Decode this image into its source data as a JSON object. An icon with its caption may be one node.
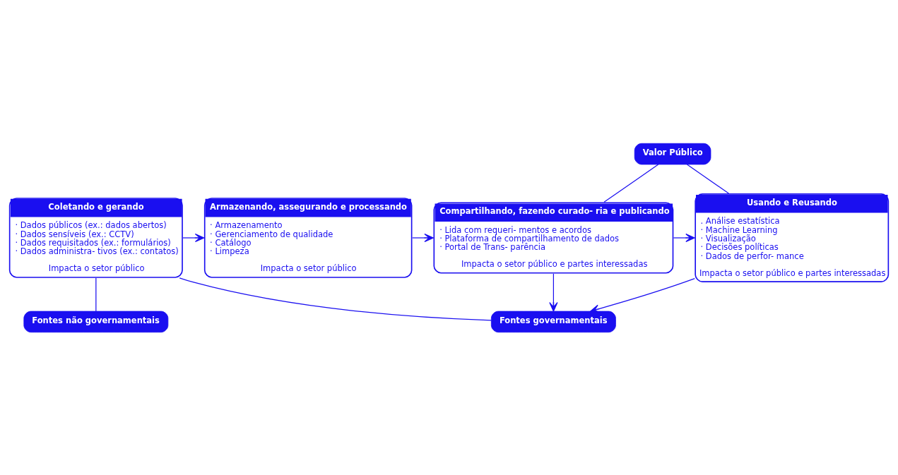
{
  "diagram": {
    "nodes": [
      {
        "text": [
          "Valor Público"
        ]
      },
      {
        "text": [
          "Coletando e gerando",
          "· Dados públicos (ex.: dados abertos)",
          "· Dados sensíveis (ex.: CCTV)",
          "· Dados requisitados (ex.: formulários)",
          "· Dados administra- tivos (ex.: contatos)",
          "Impacta o setor público"
        ]
      },
      {
        "text": [
          "Armazenando, assegurando e processando",
          "· Armazenamento",
          "· Gerenciamento de qualidade",
          "· Catálogo",
          "· Limpeza",
          "Impacta o setor público"
        ]
      },
      {
        "text": [
          "Compartilhando, fazendo curado- ria e publicando",
          "· Lida com requeri- mentos e acordos",
          "· Plataforma de compartilhamento de dados",
          "· Portal de Trans- parência",
          "Impacta o setor público e partes interessadas"
        ]
      },
      {
        "text": [
          "Usando e Reusando",
          ". Análise estatística",
          "· Machine Learning",
          "· Visualização",
          "· Decisões políticas",
          "· Dados de perfor- mance",
          "Impacta o setor público e partes interessadas"
        ]
      },
      {
        "text": [
          "Fontes não governamentais"
        ]
      },
      {
        "text": [
          "Fontes governamentais"
        ]
      }
    ],
    "edges": [
      {
        "from": 1,
        "to": 2,
        "arrow": "to"
      },
      {
        "from": 2,
        "to": 3,
        "arrow": "to"
      },
      {
        "from": 3,
        "to": 4,
        "arrow": "to"
      },
      {
        "from": 0,
        "to": 3,
        "arrow": "none"
      },
      {
        "from": 0,
        "to": 4,
        "arrow": "none"
      },
      {
        "from": 1,
        "to": 5,
        "arrow": "none"
      },
      {
        "from": 1,
        "to": 6,
        "arrow": "none"
      },
      {
        "from": 3,
        "to": 6,
        "arrow": "to"
      },
      {
        "from": 4,
        "to": 6,
        "arrow": "to"
      }
    ]
  }
}
